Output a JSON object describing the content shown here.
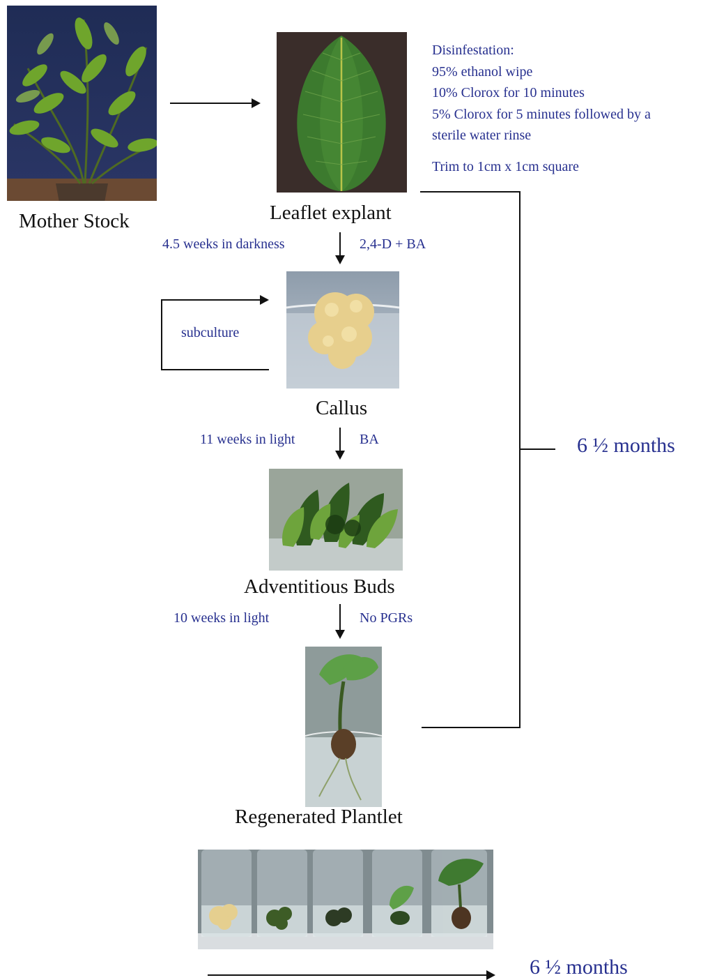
{
  "stages": {
    "mother_stock": "Mother Stock",
    "leaflet_explant": "Leaflet explant",
    "callus": "Callus",
    "adventitious_buds": "Adventitious Buds",
    "regenerated_plantlet": "Regenerated Plantlet"
  },
  "disinfestation": {
    "heading": "Disinfestation:",
    "steps": [
      "95% ethanol wipe",
      "10% Clorox for 10 minutes",
      "5% Clorox for 5 minutes followed by a",
      "sterile water rinse"
    ],
    "trim": "Trim to 1cm x 1cm square"
  },
  "transitions": {
    "explant_to_callus": {
      "left": "4.5 weeks in darkness",
      "right": "2,4-D + BA"
    },
    "callus_loop": "subculture",
    "callus_to_buds": {
      "left": "11 weeks in light",
      "right": "BA"
    },
    "buds_to_plantlet": {
      "left": "10 weeks in light",
      "right": "No PGRs"
    }
  },
  "durations": {
    "bracket": "6 ½  months",
    "bottom": "6 ½  months"
  },
  "colors": {
    "annotation_text": "#27308f",
    "label_text": "#111111"
  }
}
